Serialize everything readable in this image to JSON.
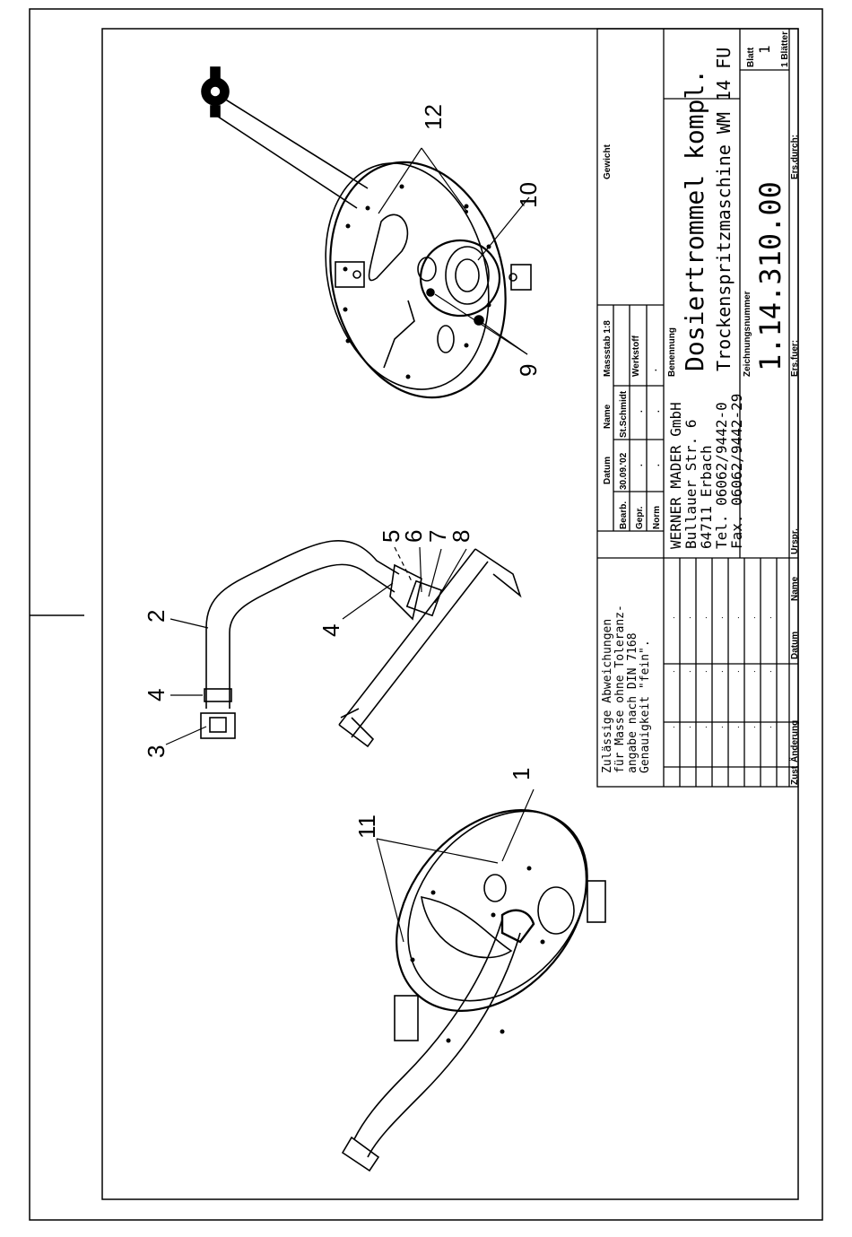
{
  "drawing": {
    "callouts": [
      "1",
      "2",
      "3",
      "4",
      "4",
      "5",
      "6",
      "7",
      "8",
      "9",
      "10",
      "11",
      "12"
    ]
  },
  "title_block": {
    "tolerance_note": [
      "Zulässige Abweichungen",
      "für Masse ohne Toleranz-",
      "angabe nach DIN 7168",
      "Genauigkeit \"fein\"."
    ],
    "rev_headers": {
      "zust": "Zust",
      "aenderung": "Änderung",
      "datum": "Datum",
      "name": "Name"
    },
    "dot": ".",
    "approval": {
      "col_datum": "Datum",
      "col_name": "Name",
      "rows": [
        {
          "role": "Bearb.",
          "date": "30.09.'02",
          "name": "St.Schmidt"
        },
        {
          "role": "Gepr.",
          "date": ".",
          "name": "."
        },
        {
          "role": "Norm",
          "date": ".",
          "name": "."
        }
      ]
    },
    "company": [
      "WERNER MADER GmbH",
      "Bullauer Str. 6",
      "64711 Erbach",
      "Tel. 06062/9442-0",
      "Fax. 06062/9442-29"
    ],
    "massstab": "Massstab 1:8",
    "gewicht": "Gewicht",
    "werkstoff": "Werkstoff",
    "werkstoff_value": ".",
    "benennung_label": "Benennung",
    "title": "Dosiertrommel kompl.",
    "subtitle": "Trockenspritzmaschine WM 14 FU",
    "zeichnungsnummer_label": "Zeichnungsnummer",
    "zeichnungsnummer": "1.14.310.00",
    "blatt_label": "Blatt",
    "blatt_value": "1",
    "blaetter": "1 Blätter",
    "urspr": "Urspr.",
    "ers_fuer": "Ers.fuer:",
    "ers_durch": "Ers.durch:"
  }
}
